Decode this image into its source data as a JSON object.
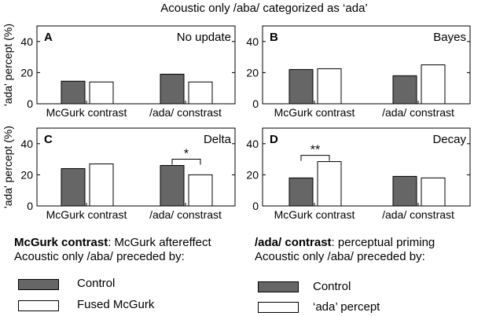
{
  "figure_title": "Acoustic only /aba/ categorized as ‘ada’",
  "chart_data": [
    {
      "type": "bar",
      "panel": "A",
      "title": "No update",
      "ylabel": "'ada' percept (%)",
      "ylim": [
        0,
        50
      ],
      "yticks": [
        0,
        20,
        40
      ],
      "categories": [
        "McGurk contrast",
        "/ada/ constrast"
      ],
      "series": [
        {
          "name": "Control",
          "values": [
            14.5,
            19.0
          ],
          "color": "#666666"
        },
        {
          "name": "Fused McGurk / ‘ada’ percept",
          "values": [
            14.0,
            14.0
          ],
          "color": "#ffffff"
        }
      ],
      "significance": []
    },
    {
      "type": "bar",
      "panel": "B",
      "title": "Bayes",
      "ylabel": "",
      "ylim": [
        0,
        50
      ],
      "yticks": [
        0,
        20,
        40
      ],
      "categories": [
        "McGurk contrast",
        "/ada/ constrast"
      ],
      "series": [
        {
          "name": "Control",
          "values": [
            22.0,
            18.0
          ],
          "color": "#666666"
        },
        {
          "name": "Fused McGurk / ‘ada’ percept",
          "values": [
            22.5,
            25.0
          ],
          "color": "#ffffff"
        }
      ],
      "significance": []
    },
    {
      "type": "bar",
      "panel": "C",
      "title": "Delta",
      "ylabel": "'ada' percept (%)",
      "ylim": [
        0,
        50
      ],
      "yticks": [
        0,
        20,
        40
      ],
      "categories": [
        "McGurk contrast",
        "/ada/ constrast"
      ],
      "series": [
        {
          "name": "Control",
          "values": [
            24.0,
            26.0
          ],
          "color": "#666666"
        },
        {
          "name": "Fused McGurk / ‘ada’ percept",
          "values": [
            27.0,
            20.0
          ],
          "color": "#ffffff"
        }
      ],
      "significance": [
        {
          "category": 1,
          "label": "*"
        }
      ]
    },
    {
      "type": "bar",
      "panel": "D",
      "title": "Decay",
      "ylabel": "",
      "ylim": [
        0,
        50
      ],
      "yticks": [
        0,
        20,
        40
      ],
      "categories": [
        "McGurk contrast",
        "/ada/ constrast"
      ],
      "series": [
        {
          "name": "Control",
          "values": [
            18.0,
            19.0
          ],
          "color": "#666666"
        },
        {
          "name": "Fused McGurk / ‘ada’ percept",
          "values": [
            28.5,
            18.0
          ],
          "color": "#ffffff"
        }
      ],
      "significance": [
        {
          "category": 0,
          "label": "**"
        }
      ]
    }
  ],
  "legend": {
    "left": {
      "title_bold": "McGurk contrast",
      "title_rest": ": McGurk aftereffect",
      "subtitle": "Acoustic only /aba/ preceded by:",
      "items": [
        {
          "label": "Control",
          "color": "#666666"
        },
        {
          "label": "Fused McGurk",
          "color": "#ffffff"
        }
      ]
    },
    "right": {
      "title_bold": "/ada/ contrast",
      "title_rest": ": perceptual priming",
      "subtitle": "Acoustic only /aba/ preceded by:",
      "items": [
        {
          "label": "Control",
          "color": "#666666"
        },
        {
          "label": "‘ada’ percept",
          "color": "#ffffff"
        }
      ]
    }
  }
}
